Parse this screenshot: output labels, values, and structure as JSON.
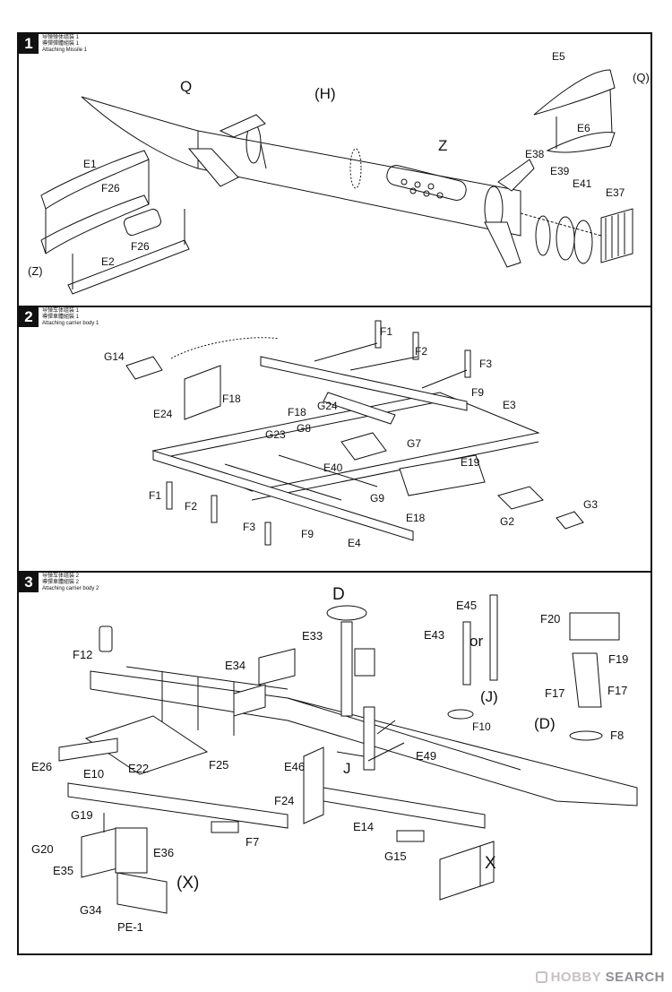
{
  "steps": [
    {
      "number": "1",
      "caption": [
        "导弹弹体组装 1",
        "導彈彈體組裝 1",
        "Attaching Missile 1"
      ],
      "labels": {
        "Q": "Q",
        "H": "(H)",
        "Z": "Z",
        "QP": "(Q)",
        "ZP": "(Z)",
        "E1": "E1",
        "E2": "E2",
        "F26a": "F26",
        "F26b": "F26",
        "E5": "E5",
        "E6": "E6",
        "E37": "E37",
        "E38": "E38",
        "E39": "E39",
        "E41": "E41"
      }
    },
    {
      "number": "2",
      "caption": [
        "导弹车体组装 1",
        "導彈車體組裝 1",
        "Attaching carrier body 1"
      ],
      "labels": {
        "G14": "G14",
        "E24": "E24",
        "F18a": "F18",
        "F18b": "F18",
        "G24": "G24",
        "G23": "G23",
        "G8": "G8",
        "E40": "E40",
        "G7": "G7",
        "F1a": "F1",
        "F2a": "F2",
        "F3a": "F3",
        "F9a": "F9",
        "E3": "E3",
        "E19": "E19",
        "F1b": "F1",
        "F2b": "F2",
        "F3b": "F3",
        "F9b": "F9",
        "G9": "G9",
        "E18": "E18",
        "E4": "E4",
        "G2": "G2",
        "G3": "G3"
      }
    },
    {
      "number": "3",
      "caption": [
        "导弹车体组装 2",
        "導彈車體組裝 2",
        "Attaching carrier body 2"
      ],
      "labels": {
        "D": "D",
        "E45": "E45",
        "E43": "E43",
        "or": "or",
        "J": "(J)",
        "F10": "F10",
        "F20": "F20",
        "F19": "F19",
        "F17a": "F17",
        "F17b": "F17",
        "DP": "(D)",
        "F8": "F8",
        "F12": "F12",
        "E33": "E33",
        "E34": "E34",
        "E26": "E26",
        "E22": "E22",
        "E10": "E10",
        "F25": "F25",
        "E46": "E46",
        "Jb": "J",
        "E49": "E49",
        "F24": "F24",
        "F7": "F7",
        "E14": "E14",
        "G15": "G15",
        "X": "X",
        "G19": "G19",
        "G20": "G20",
        "E36": "E36",
        "E35": "E35",
        "XP": "(X)",
        "G34": "G34",
        "PE1": "PE-1"
      }
    }
  ],
  "watermark": {
    "logo": "HOBBY",
    "site": "SEARCH"
  }
}
